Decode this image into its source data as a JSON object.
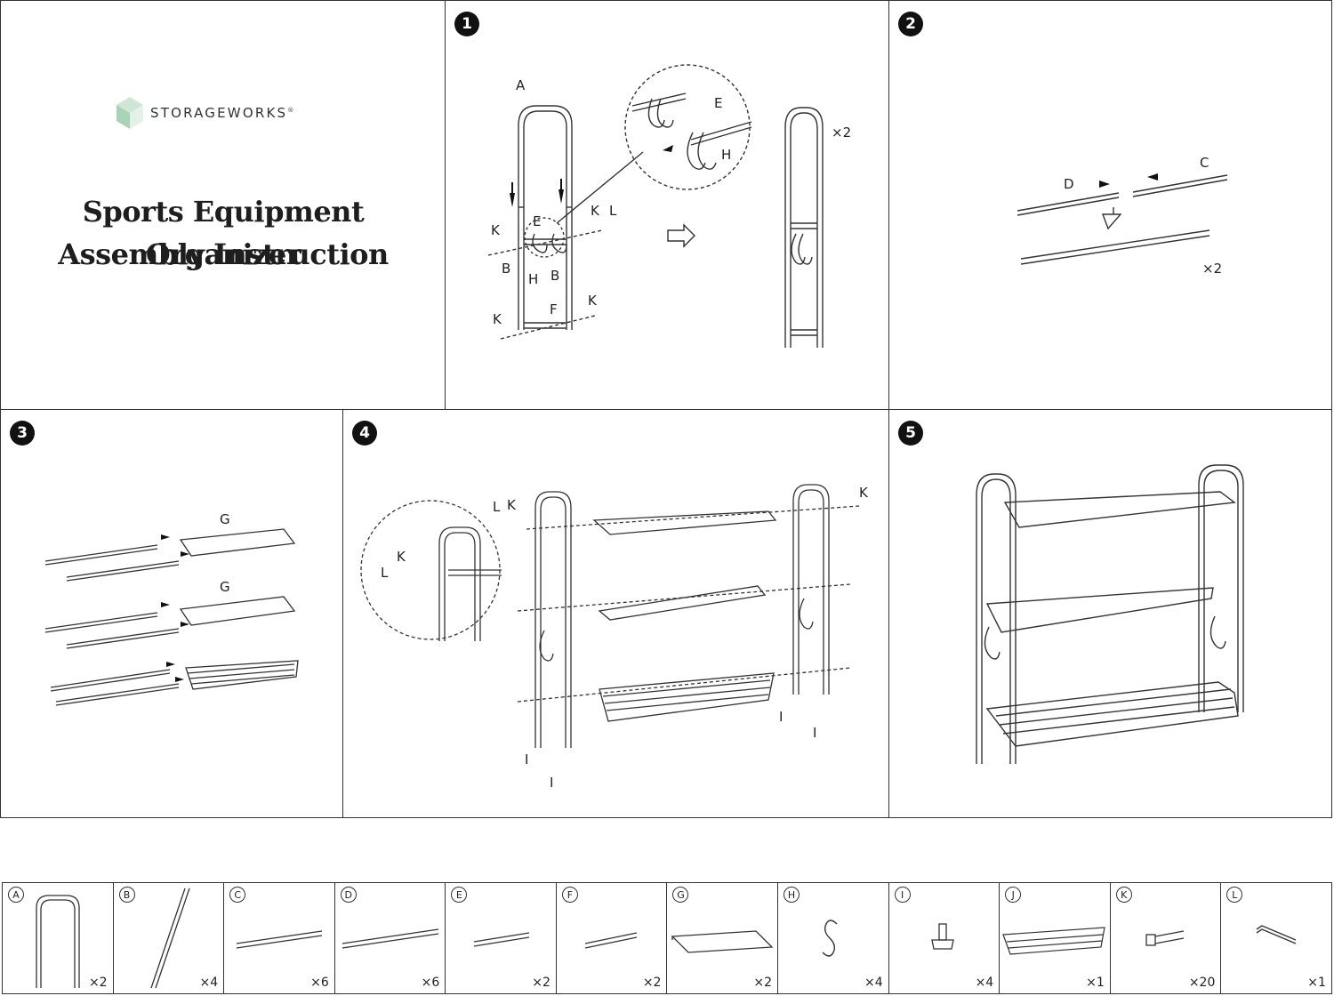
{
  "brand": {
    "name": "STORAGEWORKS",
    "registered": "®"
  },
  "title": {
    "line1": "Sports Equipment Organizer",
    "line2": "Assembly Instruction"
  },
  "steps": [
    {
      "number": "1",
      "multiplier": "×2",
      "labels": {
        "a": "A",
        "e": "E",
        "h": "H",
        "k": "K",
        "l": "L",
        "b": "B",
        "f": "F"
      }
    },
    {
      "number": "2",
      "multiplier": "×2",
      "labels": {
        "c": "C",
        "d": "D"
      }
    },
    {
      "number": "3",
      "labels": {
        "g": "G"
      }
    },
    {
      "number": "4",
      "labels": {
        "l": "L",
        "k": "K",
        "i": "I"
      }
    },
    {
      "number": "5"
    }
  ],
  "parts": [
    {
      "letter": "A",
      "qty": "×2",
      "icon": "u-frame-icon"
    },
    {
      "letter": "B",
      "qty": "×4",
      "icon": "long-pole-icon"
    },
    {
      "letter": "C",
      "qty": "×6",
      "icon": "tube-icon"
    },
    {
      "letter": "D",
      "qty": "×6",
      "icon": "tube-icon"
    },
    {
      "letter": "E",
      "qty": "×2",
      "icon": "short-tube-icon"
    },
    {
      "letter": "F",
      "qty": "×2",
      "icon": "short-tube-icon"
    },
    {
      "letter": "G",
      "qty": "×2",
      "icon": "shelf-panel-icon"
    },
    {
      "letter": "H",
      "qty": "×4",
      "icon": "s-hook-icon"
    },
    {
      "letter": "I",
      "qty": "×4",
      "icon": "leveling-foot-icon"
    },
    {
      "letter": "J",
      "qty": "×1",
      "icon": "mesh-basket-icon"
    },
    {
      "letter": "K",
      "qty": "×20",
      "icon": "screw-icon"
    },
    {
      "letter": "L",
      "qty": "×1",
      "icon": "allen-key-icon"
    }
  ]
}
